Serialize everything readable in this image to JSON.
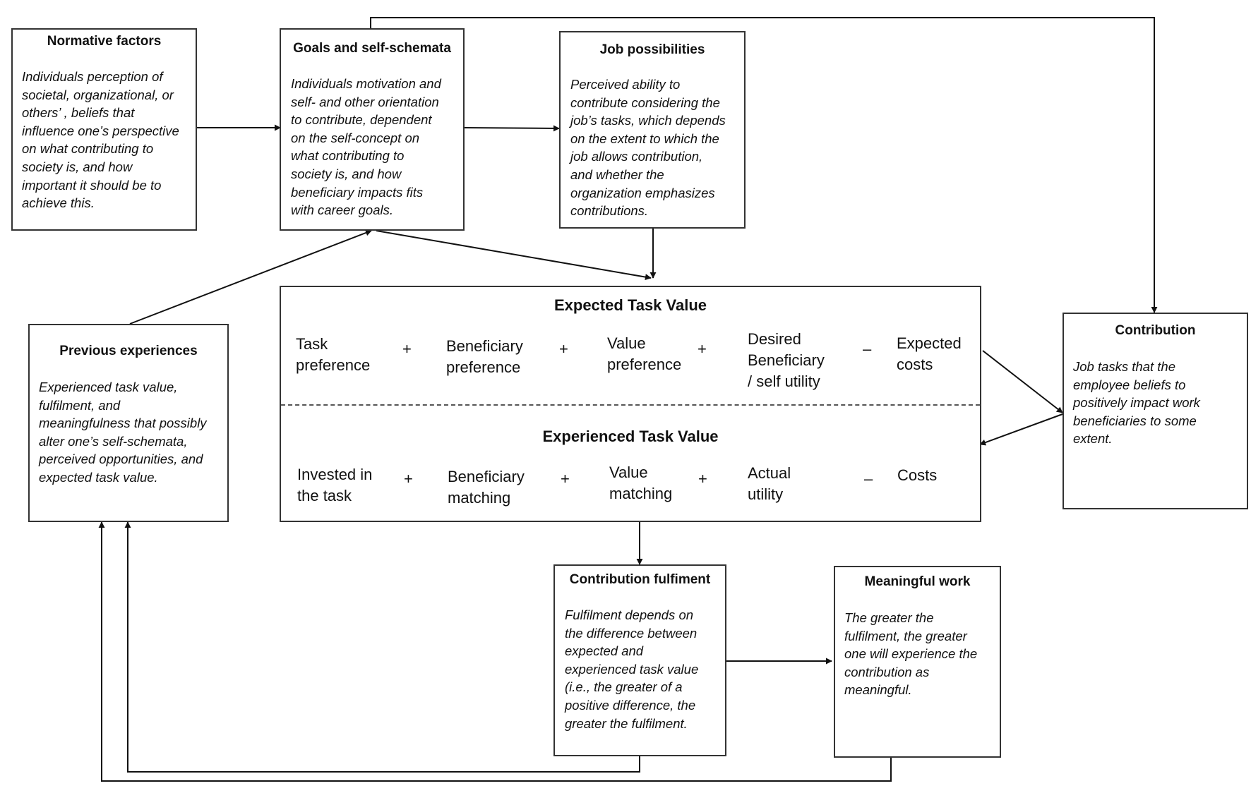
{
  "normative": {
    "title": "Normative factors",
    "text": "Individuals perception of\nsocietal, organizational, or\nothers’ , beliefs that\ninfluence one’s perspective\non what contributing to\nsociety is, and how\nimportant it should be to\nachieve this."
  },
  "goals": {
    "title": "Goals and self-schemata",
    "text": "Individuals motivation and\nself- and other orientation\nto contribute, dependent\non the self-concept on\nwhat contributing to\nsociety is, and how\nbeneficiary impacts fits\nwith career goals."
  },
  "job": {
    "title": "Job possibilities",
    "text": "Perceived ability to\ncontribute considering the\njob’s tasks, which depends\non the extent to which the\njob allows contribution,\nand whether the\norganization emphasizes\ncontributions."
  },
  "previous": {
    "title": "Previous experiences",
    "text": "Experienced task value,\nfulfilment, and\nmeaningfulness that possibly\nalter one’s self-schemata,\nperceived opportunities, and\nexpected task value."
  },
  "contribution": {
    "title": "Contribution",
    "text": "Job tasks that the\nemployee beliefs to\npositively impact work\nbeneficiaries to some\nextent."
  },
  "expected": {
    "title": "Expected Task Value",
    "terms": [
      "Task\npreference",
      "Beneficiary\npreference",
      "Value\npreference",
      "Desired\nBeneficiary\n/ self utility",
      "Expected\ncosts"
    ],
    "ops": [
      "+",
      "+",
      "+",
      "–"
    ]
  },
  "experienced": {
    "title": "Experienced Task Value",
    "terms": [
      "Invested in\nthe task",
      "Beneficiary\nmatching",
      "Value\nmatching",
      "Actual\nutility",
      "Costs"
    ],
    "ops": [
      "+",
      "+",
      "+",
      "–"
    ]
  },
  "fulfilment": {
    "title": "Contribution fulfiment",
    "text": "Fulfilment depends on\nthe difference between\nexpected and\nexperienced task value\n(i.e., the greater of a\npositive difference, the\ngreater the fulfilment."
  },
  "meaningful": {
    "title": "Meaningful work",
    "text": "The greater the\nfulfilment, the greater\none will experience the\ncontribution as\nmeaningful."
  }
}
